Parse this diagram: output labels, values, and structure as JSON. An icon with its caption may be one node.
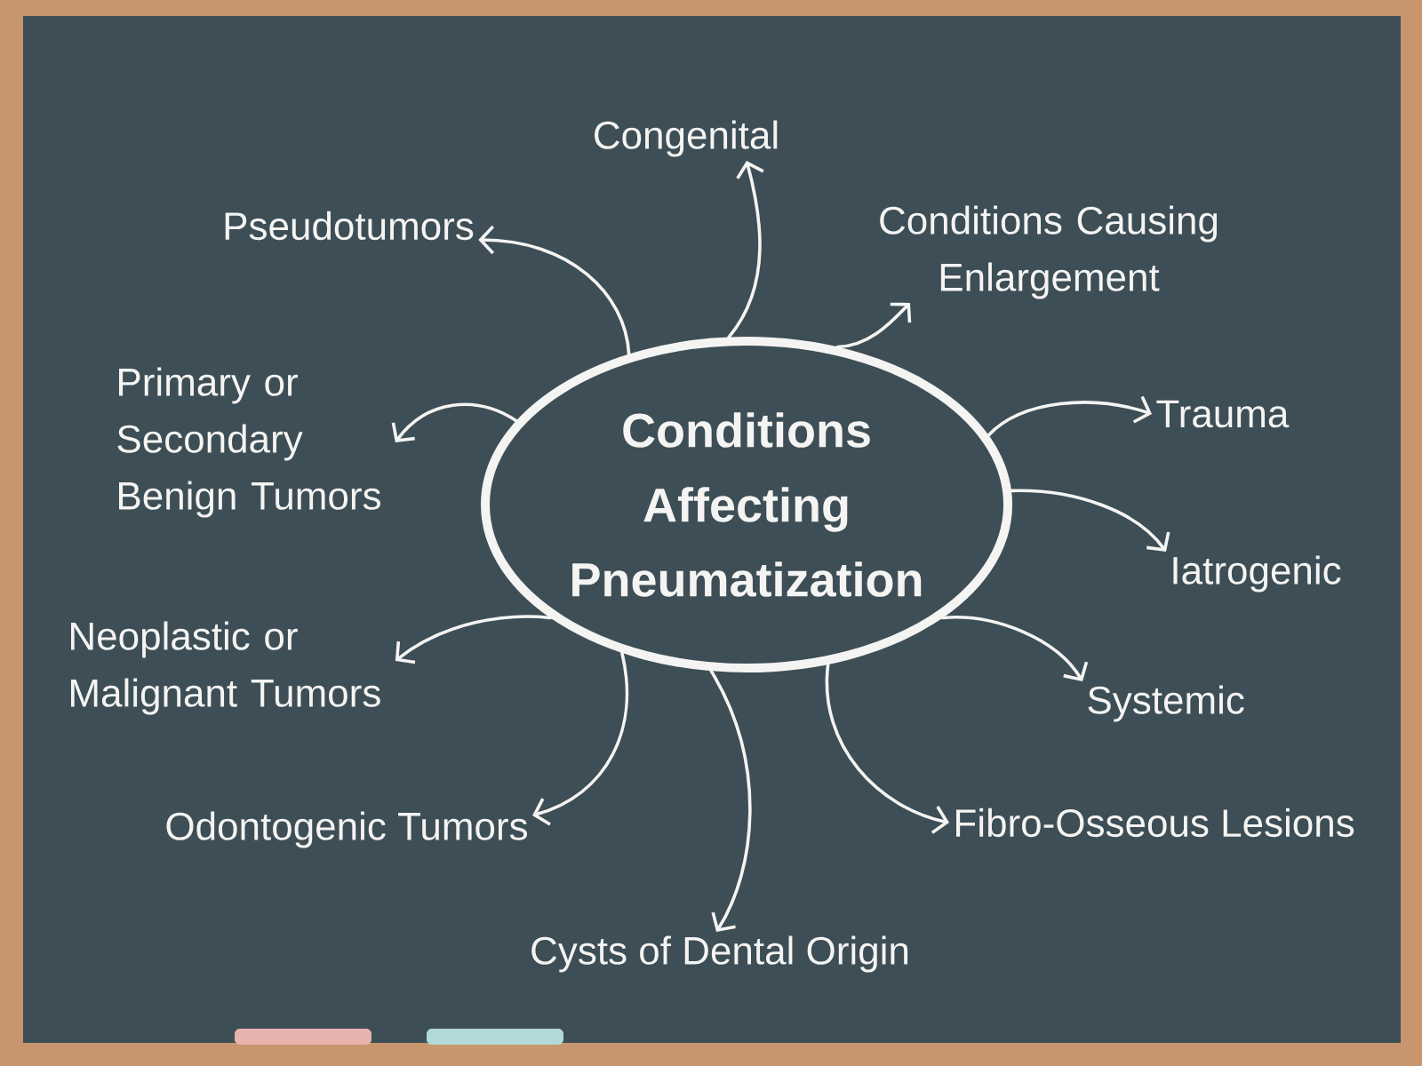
{
  "diagram": {
    "nodes": [
      {
        "text": [
          "Conditions Affecting Pneumatization"
        ]
      },
      {
        "text": [
          "Congenital"
        ]
      },
      {
        "text": [
          "Pseudotumors"
        ]
      },
      {
        "text": [
          "Conditions Causing Enlargement"
        ]
      },
      {
        "text": [
          "Primary or Secondary Benign Tumors"
        ]
      },
      {
        "text": [
          "Trauma"
        ]
      },
      {
        "text": [
          "Iatrogenic"
        ]
      },
      {
        "text": [
          "Neoplastic or Malignant Tumors"
        ]
      },
      {
        "text": [
          "Systemic"
        ]
      },
      {
        "text": [
          "Odontogenic Tumors"
        ]
      },
      {
        "text": [
          "Fibro-Osseous Lesions"
        ]
      },
      {
        "text": [
          "Cysts of Dental Origin"
        ]
      }
    ],
    "edges": [
      {
        "from": 0,
        "to": 1,
        "arrow": "to"
      },
      {
        "from": 0,
        "to": 2,
        "arrow": "to"
      },
      {
        "from": 0,
        "to": 3,
        "arrow": "to"
      },
      {
        "from": 0,
        "to": 4,
        "arrow": "to"
      },
      {
        "from": 0,
        "to": 5,
        "arrow": "to"
      },
      {
        "from": 0,
        "to": 6,
        "arrow": "to"
      },
      {
        "from": 0,
        "to": 7,
        "arrow": "to"
      },
      {
        "from": 0,
        "to": 8,
        "arrow": "to"
      },
      {
        "from": 0,
        "to": 9,
        "arrow": "to"
      },
      {
        "from": 0,
        "to": 10,
        "arrow": "to"
      },
      {
        "from": 0,
        "to": 11,
        "arrow": "to"
      }
    ]
  }
}
